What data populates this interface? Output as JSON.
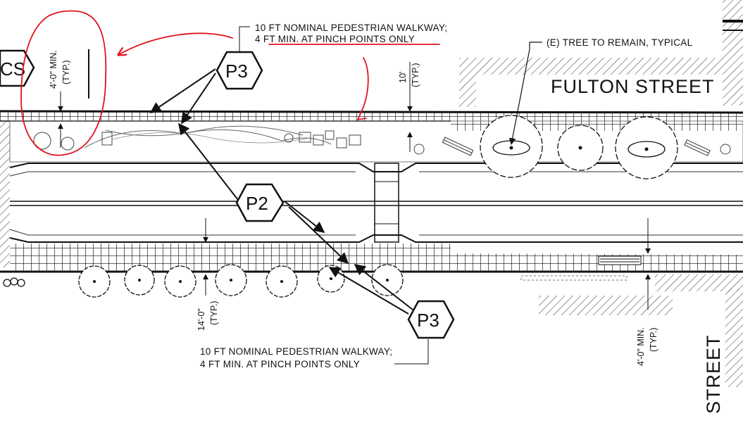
{
  "plan": {
    "callout_top_line1": "10 FT NOMINAL PEDESTRIAN WALKWAY;",
    "callout_top_line2": "4 FT MIN. AT PINCH POINTS ONLY",
    "callout_bottom_line1": "10 FT NOMINAL PEDESTRIAN WALKWAY;",
    "callout_bottom_line2": "4 FT MIN. AT PINCH POINTS ONLY",
    "tree_note": "(E) TREE TO REMAIN, TYPICAL",
    "street_name_top": "FULTON STREET",
    "street_name_right": "STREET",
    "tag_left": "CS",
    "tag_p3_top": "P3",
    "tag_p2": "P2",
    "tag_p3_bottom": "P3",
    "dim_left_value": "4'-0\" MIN.",
    "dim_left_note": "(TYP.)",
    "dim_top_value": "10'",
    "dim_top_note": "(TYP.)",
    "dim_bottom_value": "14'-0\"",
    "dim_bottom_note": "(TYP.)",
    "dim_right_value": "4'-0\" MIN.",
    "dim_right_note": "(TYP.)",
    "colors": {
      "linework": "#111111",
      "markup": "#e0141e"
    }
  }
}
